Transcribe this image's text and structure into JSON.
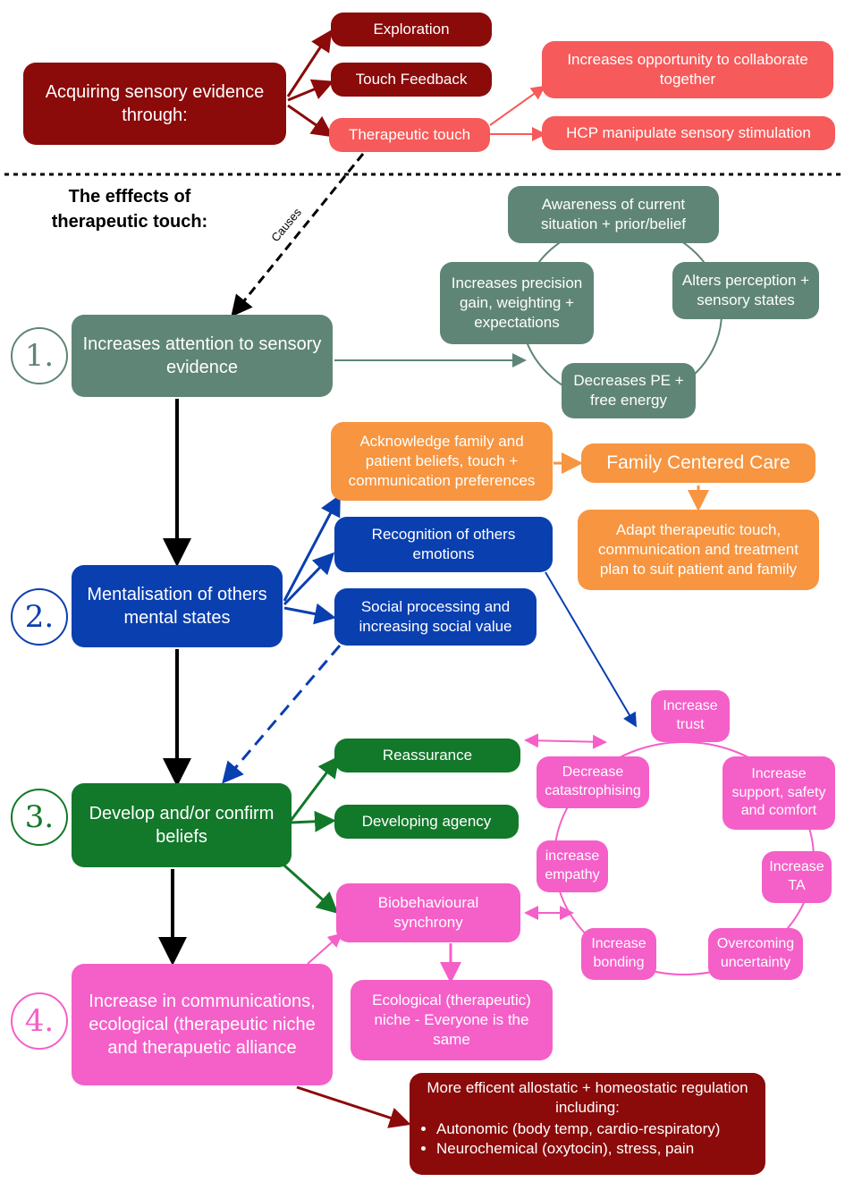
{
  "top": {
    "acquiring": "Acquiring sensory evidence through:",
    "exploration": "Exploration",
    "touch_feedback": "Touch Feedback",
    "therapeutic_touch": "Therapeutic touch",
    "collaborate": "Increases opportunity to collaborate together",
    "manipulate": "HCP manipulate sensory stimulation"
  },
  "effects_title": "The efffects of therapeutic touch:",
  "causes_label": "Causes",
  "section1": {
    "number": "1.",
    "main": "Increases attention to sensory evidence",
    "awareness": "Awareness of current situation + prior/belief",
    "precision": "Increases precision gain, weighting  + expectations",
    "alters": "Alters perception + sensory states",
    "decreases": "Decreases PE + free energy"
  },
  "section2": {
    "number": "2.",
    "main": "Mentalisation of others mental states",
    "acknowledge": "Acknowledge family and patient beliefs, touch + communication preferences",
    "fcc": "Family Centered Care",
    "adapt": "Adapt therapeutic touch, communication and treatment plan to suit patient and family",
    "recognition": "Recognition of others emotions",
    "social": "Social processing and increasing social value"
  },
  "section3": {
    "number": "3.",
    "main": "Develop and/or confirm beliefs",
    "reassurance": "Reassurance",
    "agency": "Developing agency",
    "biobehavioural": "Biobehavioural synchrony"
  },
  "cycle": {
    "trust": "Increase trust",
    "support": "Increase support, safety and comfort",
    "ta": "Increase TA",
    "uncertainty": "Overcoming uncertainty",
    "bonding": "Increase bonding",
    "empathy": "increase empathy",
    "catastrophising": "Decrease catastrophising"
  },
  "section4": {
    "number": "4.",
    "main": "Increase in communications, ecological (therapeutic niche and therapuetic alliance",
    "niche": "Ecological (therapeutic) niche - Everyone is the same",
    "regulation_title": "More efficent allostatic + homeostatic regulation including:",
    "regulation_items": [
      "Autonomic (body temp, cardio-respiratory)",
      "Neurochemical (oxytocin), stress, pain"
    ]
  },
  "colors": {
    "dark_red": "#8b0a0a",
    "salmon": "#f75a5a",
    "sage": "#5f8576",
    "orange": "#f79540",
    "blue": "#0a3fb0",
    "green": "#12782a",
    "pink": "#f55fc8"
  }
}
